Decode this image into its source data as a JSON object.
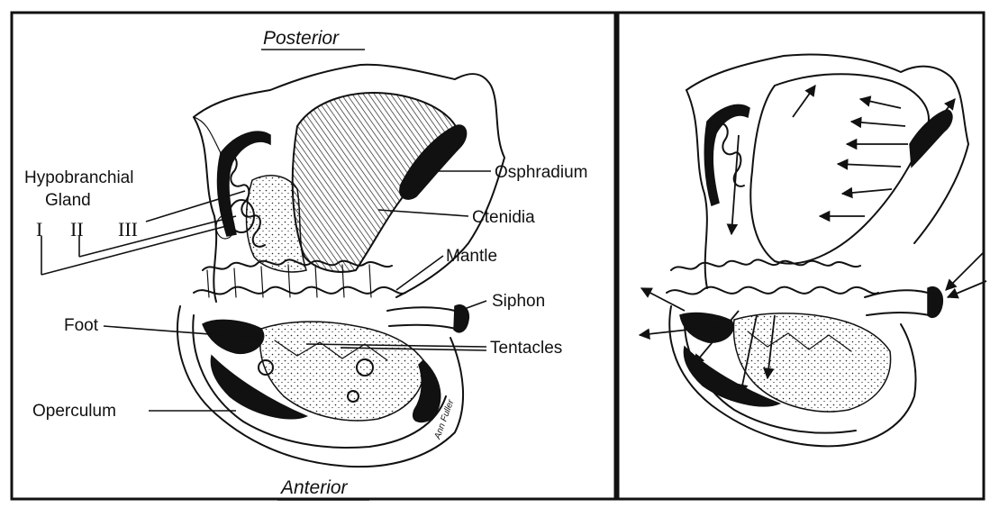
{
  "orientation": {
    "top": "Posterior",
    "bottom": "Anterior"
  },
  "labels": {
    "hypobranchial_line1": "Hypobranchial",
    "hypobranchial_line2": "Gland",
    "gland_i": "I",
    "gland_ii": "II",
    "gland_iii": "III",
    "osphradium": "Osphradium",
    "ctenidia": "Ctenidia",
    "mantle": "Mantle",
    "siphon": "Siphon",
    "foot": "Foot",
    "tentacles": "Tentacles",
    "operculum": "Operculum"
  },
  "signature": "Ann Fuller"
}
